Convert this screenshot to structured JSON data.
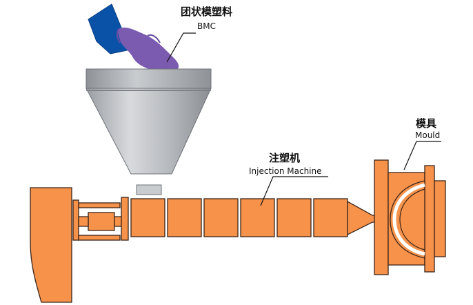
{
  "title": "BMC injection molding process diagram",
  "labels": {
    "bmc_cn": "团状模塑料",
    "bmc_en": "BMC",
    "machine_cn": "注塑机",
    "machine_en": "Injection Machine",
    "mould_cn": "模具",
    "mould_en": "Mould"
  },
  "colors": {
    "machine": "#F7924A",
    "outline": "#3A2418",
    "hopper_light": "#C9CCCF",
    "hopper_dark": "#8E9297",
    "scoop": "#0A52A8",
    "material": "#7B5BB0"
  }
}
